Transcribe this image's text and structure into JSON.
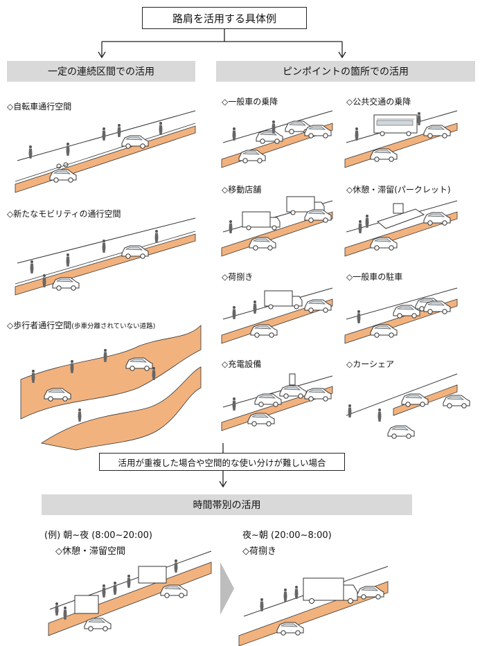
{
  "title": "路肩を活用する具体例",
  "sections": {
    "continuous": {
      "header": "一定の連続区間での活用",
      "items": [
        "◇自転車通行空間",
        "◇新たなモビリティの通行空間"
      ],
      "pedestrian": {
        "label": "◇歩行者通行空間",
        "note": "(歩車分離されていない道路)"
      }
    },
    "pinpoint": {
      "header": "ピンポイントの箇所での活用",
      "items": [
        "◇一般車の乗降",
        "◇公共交通の乗降",
        "◇移動店舗",
        "◇休憩・滞留(パークレット)",
        "◇荷捌き",
        "◇一般車の駐車",
        "◇充電設備",
        "◇カーシェア"
      ]
    }
  },
  "overlap_note": "活用が重複した場合や空間的な使い分けが難しい場合",
  "time_section": {
    "header": "時間帯別の活用",
    "example_day": {
      "time": "(例) 朝~夜 (8:00~20:00)",
      "use": "◇休憩・滞留空間"
    },
    "example_night": {
      "time": "夜~朝 (20:00~8:00)",
      "use": "◇荷捌き"
    }
  },
  "colors": {
    "road_shoulder": "#f2b27e",
    "band": "#d9d9d9",
    "line": "#222222",
    "chevron": "#bdbdbd"
  }
}
